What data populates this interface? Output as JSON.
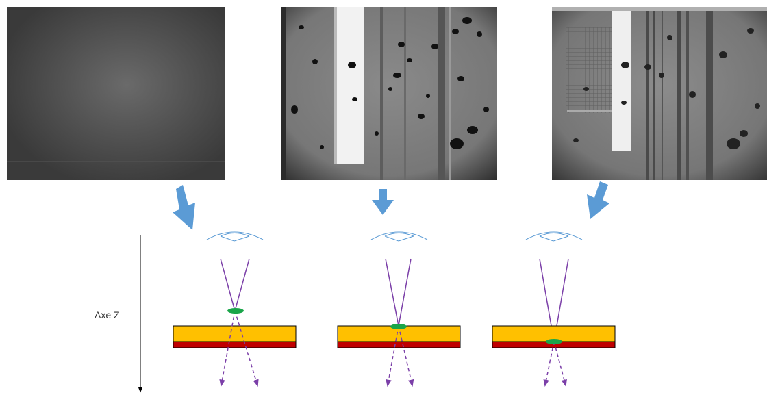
{
  "axis": {
    "label": "Axe Z"
  },
  "colors": {
    "arrow": "#5b9bd5",
    "beam": "#7b3fa8",
    "spot": "#1aa54a",
    "top_layer": "#ffc000",
    "bottom_layer": "#c00000",
    "lens": "#5b9bd5"
  },
  "focus_positions": [
    "above-sample",
    "sample-surface",
    "layer-interface"
  ]
}
